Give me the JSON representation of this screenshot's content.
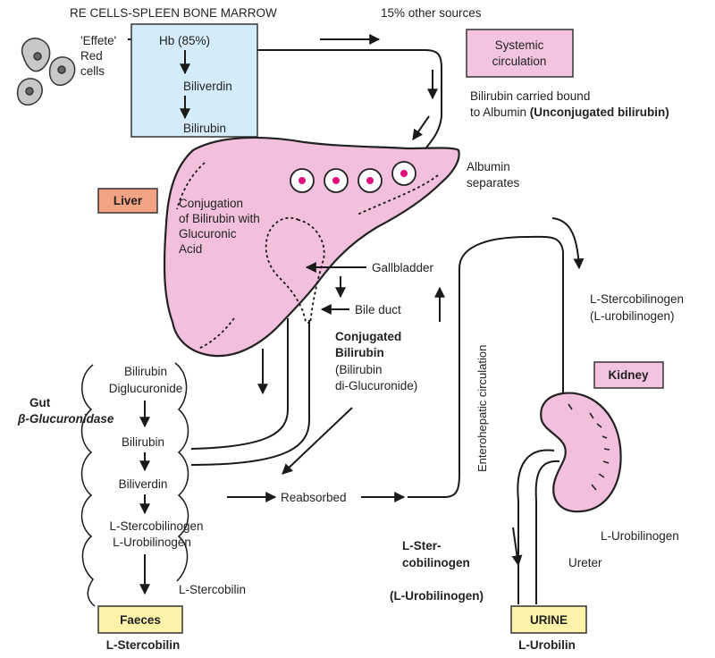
{
  "header": {
    "re_cells": "RE CELLS-SPLEEN BONE MARROW",
    "other_sources": "15% other sources"
  },
  "red_cells": {
    "line1": "'Effete'",
    "line2": "Red",
    "line3": "cells"
  },
  "re_box": {
    "hb": "Hb (85%)",
    "biliverdin": "Biliverdin",
    "bilirubin": "Bilirubin"
  },
  "systemic": {
    "line1": "Systemic",
    "line2": "circulation"
  },
  "albumin_note": {
    "line1": "Bilirubin carried bound",
    "line2_prefix": "to Albumin ",
    "line2_bold": "(Unconjugated bilirubin)"
  },
  "albumin_separates": {
    "line1": "Albumin",
    "line2": "separates"
  },
  "liver": {
    "label": "Liver",
    "conj1": "Conjugation",
    "conj2": "of Bilirubin with",
    "conj3": "Glucuronic",
    "conj4": "Acid"
  },
  "gallbladder": "Gallbladder",
  "bile_duct": "Bile duct",
  "conjugated": {
    "line1": "Conjugated",
    "line2": "Bilirubin",
    "line3": "(Bilirubin",
    "line4": "di-Glucuronide)"
  },
  "enterohepatic": "Enterohepatic circulation",
  "stercobilinogen_right": {
    "line1": "L-Stercobilinogen",
    "line2": "(L-urobilinogen)"
  },
  "kidney": "Kidney",
  "gut": {
    "label": "Gut",
    "enzyme_prefix": "β-",
    "enzyme": "Glucuronidase",
    "bilirubin_diglucuronide_1": "Bilirubin",
    "bilirubin_diglucuronide_2": "Diglucuronide",
    "bilirubin": "Bilirubin",
    "biliverdin": "Biliverdin",
    "stercobilinogen": "L-Stercobilinogen",
    "urobilinogen": "L-Urobilinogen",
    "stercobilin": "L-Stercobilin"
  },
  "reabsorbed": "Reabsorbed",
  "urobilinogen_right": "L-Urobilinogen",
  "ureter": "Ureter",
  "bottom_left_note": {
    "line1": "L-Ster-",
    "line2": "cobilinogen",
    "line3": "(L-Urobilinogen)"
  },
  "faeces": {
    "box": "Faeces",
    "below": "L-Stercobilin"
  },
  "urine": {
    "box": "URINE",
    "below": "L-Urobilin"
  },
  "colors": {
    "liver_pink": "#f2c0dc",
    "re_box_blue": "#d4ecf9",
    "liver_label_orange": "#f2a384",
    "output_box_yellow": "#fcf3a9",
    "systemic_pink": "#f3c4e0",
    "cell_dot_magenta": "#e0107a"
  }
}
